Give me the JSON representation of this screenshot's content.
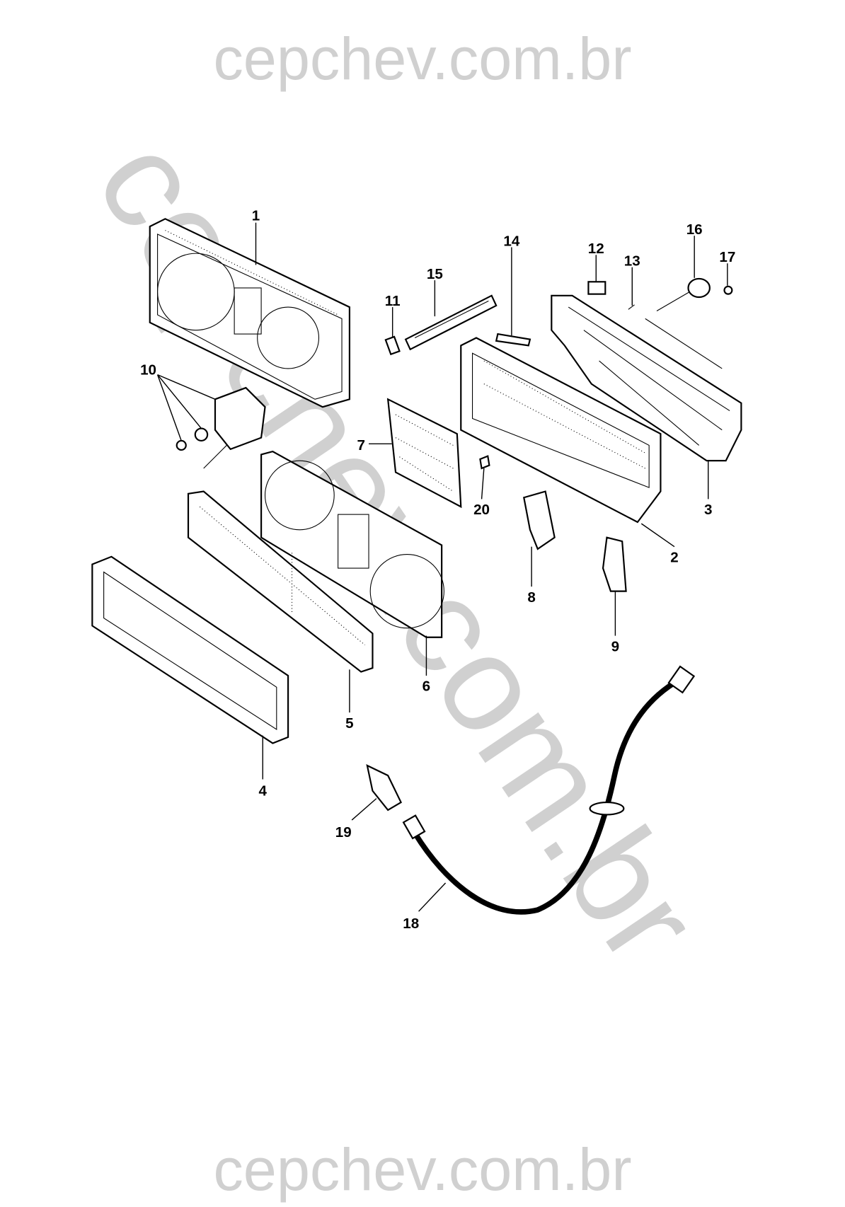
{
  "watermark": {
    "top": "cepchev.com.br",
    "diagonal": "cepchev.com.br",
    "bottom": "cepchev.com.br"
  },
  "callouts": [
    "1",
    "2",
    "3",
    "4",
    "5",
    "6",
    "7",
    "8",
    "9",
    "10",
    "11",
    "12",
    "13",
    "14",
    "15",
    "16",
    "17",
    "18",
    "19",
    "20"
  ]
}
